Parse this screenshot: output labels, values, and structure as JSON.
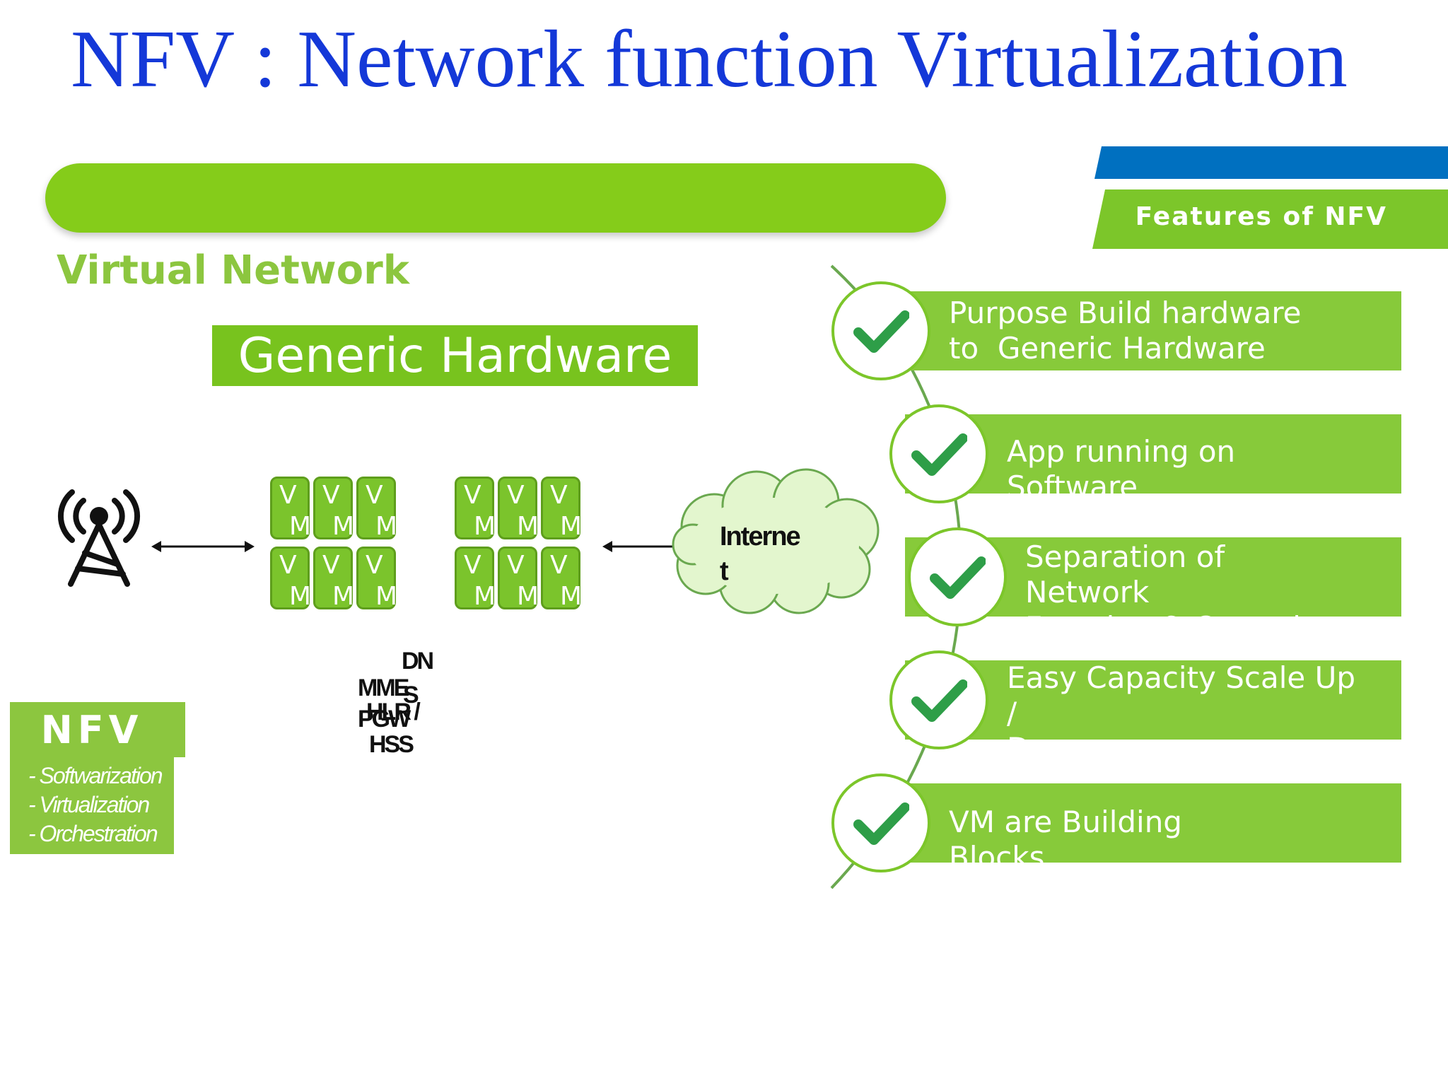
{
  "slide": {
    "title": "NFV : Network function Virtualization",
    "virtual_network_label": "Virtual Network",
    "generic_hardware_label": "Generic Hardware"
  },
  "vm_grids": [
    {
      "cells": [
        [
          "V",
          "M"
        ],
        [
          "V",
          "M"
        ],
        [
          "V",
          "M"
        ],
        [
          "V",
          "M"
        ],
        [
          "V",
          "M"
        ],
        [
          "V",
          "M"
        ]
      ]
    },
    {
      "cells": [
        [
          "V",
          "M"
        ],
        [
          "V",
          "M"
        ],
        [
          "V",
          "M"
        ],
        [
          "V",
          "M"
        ],
        [
          "V",
          "M"
        ],
        [
          "V",
          "M"
        ]
      ]
    }
  ],
  "internet": {
    "line1": "Interne",
    "line2": "t"
  },
  "functions": {
    "mme": "MME",
    "pgw": "PGW",
    "dns": "DN",
    "dns_s": "S",
    "hlr": "HLR /",
    "hss": "HSS"
  },
  "nfv_box": {
    "title": "NFV",
    "items": [
      "- Softwarization",
      "- Virtualization",
      "- Orchestration"
    ]
  },
  "features": {
    "header": "Features of NFV",
    "items": [
      {
        "text": "Purpose Build hardware\nto  Generic Hardware"
      },
      {
        "text": "App running on\nSoftware"
      },
      {
        "text": "Separation of\nNetwork\nFunction & Control"
      },
      {
        "text": "Easy Capacity Scale Up\n/\nDown"
      },
      {
        "text": "VM are Building\nBlocks"
      }
    ]
  },
  "colors": {
    "title_blue": "#1438D8",
    "green": "#85CC1A",
    "light_green": "#87CA3A",
    "check_green": "#2E9E48",
    "cloud_fill": "#E3F6CE",
    "band_blue": "#0070C0"
  },
  "icons": [
    "cell-tower-icon",
    "internet-cloud-icon",
    "checkmark-icon"
  ]
}
